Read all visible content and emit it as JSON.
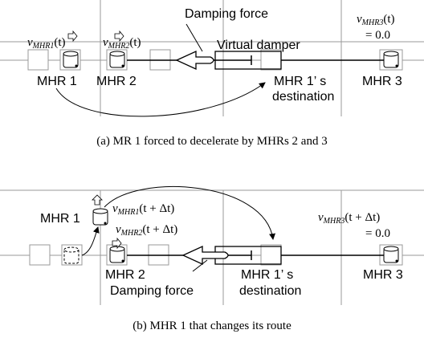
{
  "panel_a": {
    "velocity_mhr1": "v",
    "velocity_mhr1_sub": "MHR1",
    "velocity_mhr1_arg": "(t)",
    "velocity_mhr2": "v",
    "velocity_mhr2_sub": "MHR2",
    "velocity_mhr2_arg": "(t)",
    "velocity_mhr3": "v",
    "velocity_mhr3_sub": "MHR3",
    "velocity_mhr3_arg": "(t)",
    "velocity_mhr3_value": "= 0.0",
    "damping_force": "Damping force",
    "virtual_damper": "Virtual damper",
    "label_mhr1": "MHR 1",
    "label_mhr2": "MHR 2",
    "label_mhr3": "MHR 3",
    "destination_line1": "MHR 1’ s",
    "destination_line2": "destination",
    "caption": "(a) MR 1 forced to decelerate by MHRs 2 and 3"
  },
  "panel_b": {
    "label_mhr1": "MHR 1",
    "velocity_mhr1": "v",
    "velocity_mhr1_sub": "MHR1",
    "velocity_mhr1_arg": "(t + Δt)",
    "velocity_mhr2": "v",
    "velocity_mhr2_sub": "MHR2",
    "velocity_mhr2_arg": "(t + Δt)",
    "velocity_mhr3": "v",
    "velocity_mhr3_sub": "MHR3",
    "velocity_mhr3_arg": "(t + Δt)",
    "velocity_mhr3_value": "= 0.0",
    "label_mhr2": "MHR 2",
    "label_mhr3": "MHR 3",
    "damping_force": "Damping force",
    "destination_line1": "MHR 1’ s",
    "destination_line2": "destination",
    "caption": "(b) MHR 1 that changes its route"
  }
}
